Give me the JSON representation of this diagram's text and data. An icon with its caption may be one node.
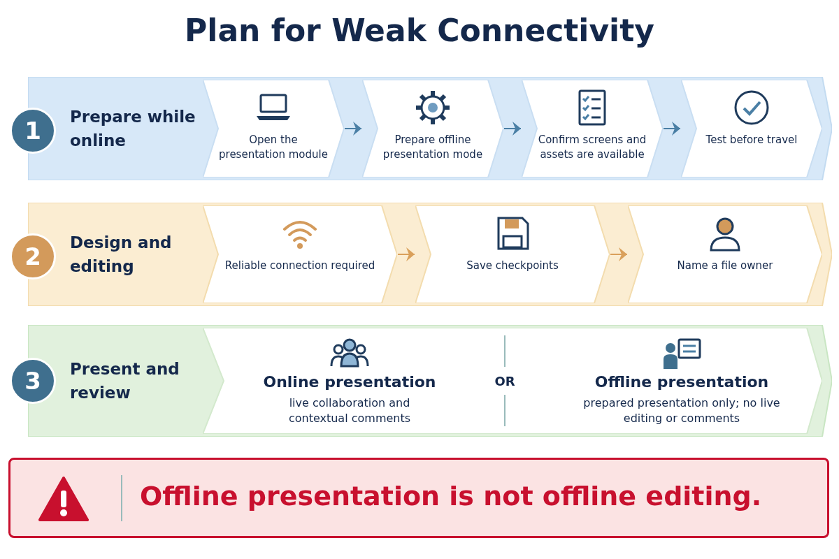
{
  "diagram": {
    "title": "Plan for Weak Connectivity",
    "nodes": [
      {
        "text": [
          "1"
        ]
      },
      {
        "text": [
          "Prepare while online"
        ]
      },
      {
        "text": [
          "Open the presentation module"
        ],
        "in": 1
      },
      {
        "text": [
          "Prepare offline presentation mode"
        ],
        "in": 1
      },
      {
        "text": [
          "Confirm screens and assets are available"
        ],
        "in": 1
      },
      {
        "text": [
          "Test before travel"
        ],
        "in": 1
      },
      {
        "text": [
          "2"
        ]
      },
      {
        "text": [
          "Design and editing"
        ]
      },
      {
        "text": [
          "Reliable connection required"
        ],
        "in": 7
      },
      {
        "text": [
          "Save checkpoints"
        ],
        "in": 7
      },
      {
        "text": [
          "Name a file owner"
        ],
        "in": 7
      },
      {
        "text": [
          "3"
        ]
      },
      {
        "text": [
          "Present and review"
        ]
      },
      {
        "text": [
          "Online presentation",
          "live collaboration and contextual comments"
        ],
        "in": 12
      },
      {
        "text": [
          "Offline presentation",
          "prepared presentation only; no live editing or comments"
        ],
        "in": 12
      },
      {
        "text": [
          "Offline presentation is not offline editing."
        ]
      }
    ],
    "edges": [
      {
        "from": 2,
        "to": 3,
        "arrow": "to"
      },
      {
        "from": 3,
        "to": 4,
        "arrow": "to"
      },
      {
        "from": 4,
        "to": 5,
        "arrow": "to"
      },
      {
        "from": 8,
        "to": 9,
        "arrow": "to",
        "color": "#d9a05b"
      },
      {
        "from": 9,
        "to": 10,
        "arrow": "to",
        "color": "#d9a05b"
      }
    ],
    "labels": [
      "OR"
    ]
  }
}
